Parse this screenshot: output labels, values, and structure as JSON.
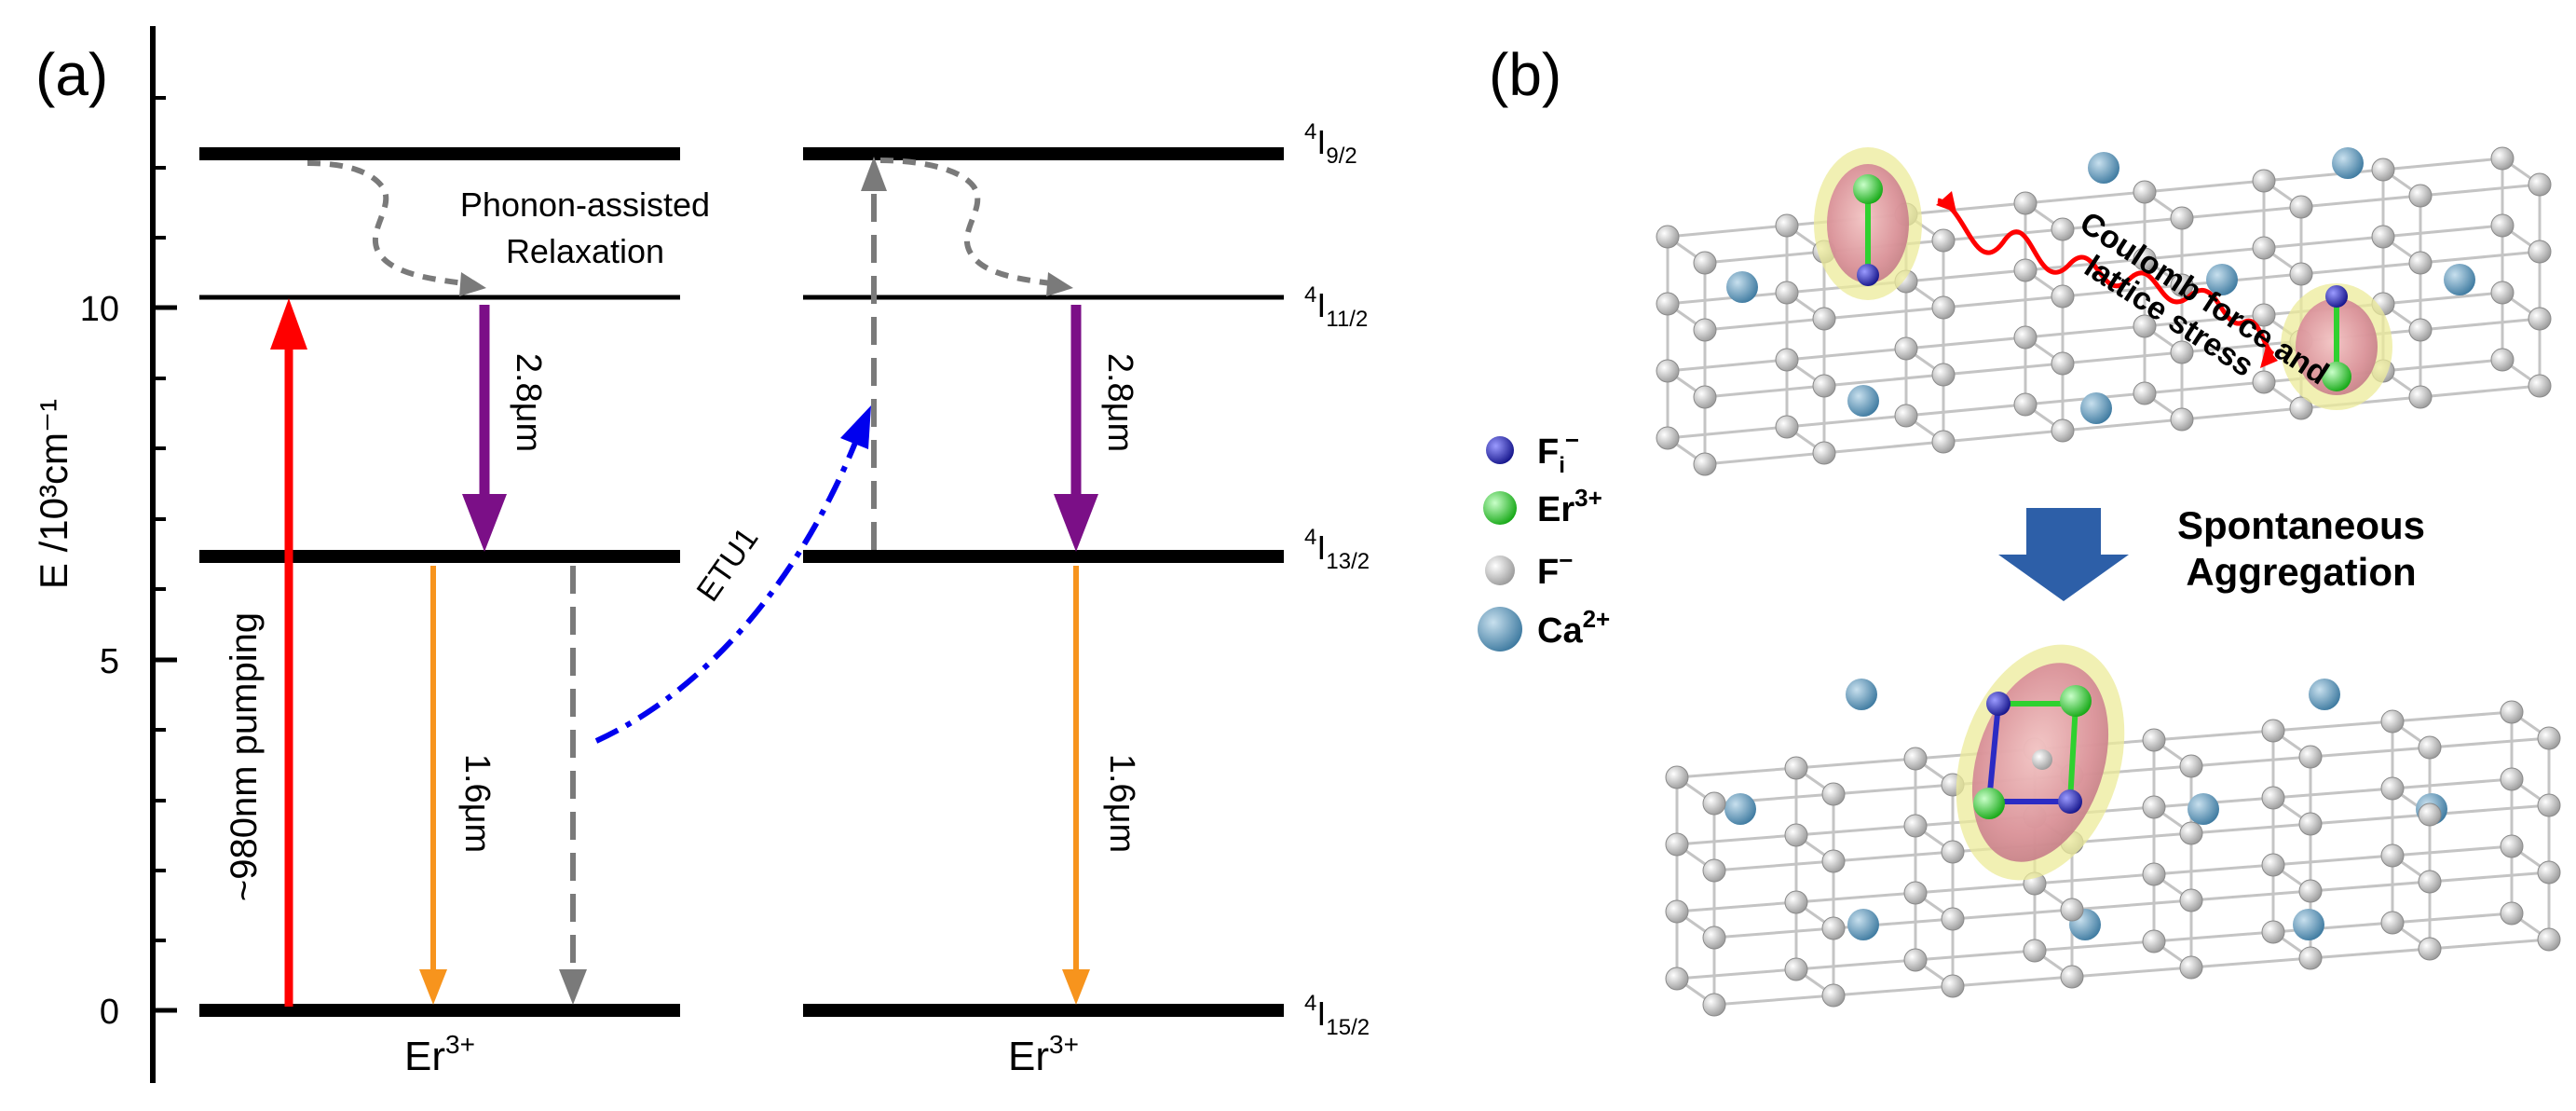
{
  "panel_a": {
    "label": "(a)",
    "y_axis_label": "E /10³cm⁻¹",
    "y_ticks": [
      "0",
      "5",
      "10"
    ],
    "levels": [
      "4I9/2",
      "4I11/2",
      "4I13/2",
      "4I15/2"
    ],
    "level_labels": {
      "i92_sup": "4",
      "i92_main": "I",
      "i92_sub": "9/2",
      "i112_sup": "4",
      "i112_main": "I",
      "i112_sub": "11/2",
      "i132_sup": "4",
      "i132_main": "I",
      "i132_sub": "13/2",
      "i152_sup": "4",
      "i152_main": "I",
      "i152_sub": "15/2"
    },
    "ion_label": "Er",
    "ion_charge": "3+",
    "pumping_label": "~980nm pumping",
    "transition_2_8": "2.8μm",
    "transition_1_6": "1.6μm",
    "phonon_line1": "Phonon-assisted",
    "phonon_line2": "Relaxation",
    "etu_label": "ETU1",
    "colors": {
      "pump": "#ff0000",
      "mid_ir": "#7b0f87",
      "nir": "#f7941d",
      "relaxation": "#7a7a7a",
      "etu": "#0000ee"
    }
  },
  "panel_b": {
    "label": "(b)",
    "legend": [
      {
        "main": "F",
        "sub": "i",
        "sup": "−",
        "color": "#2b2bc4"
      },
      {
        "main": "Er",
        "sub": "",
        "sup": "3+",
        "color": "#2fd12f"
      },
      {
        "main": "F",
        "sub": "",
        "sup": "−",
        "color": "#cfcfcf"
      },
      {
        "main": "Ca",
        "sub": "",
        "sup": "2+",
        "color": "#6a9ec0"
      }
    ],
    "coulomb_line1": "Coulomb force and",
    "coulomb_line2": "lattice stress",
    "spontaneous": "Spontaneous",
    "aggregation": "Aggregation"
  }
}
